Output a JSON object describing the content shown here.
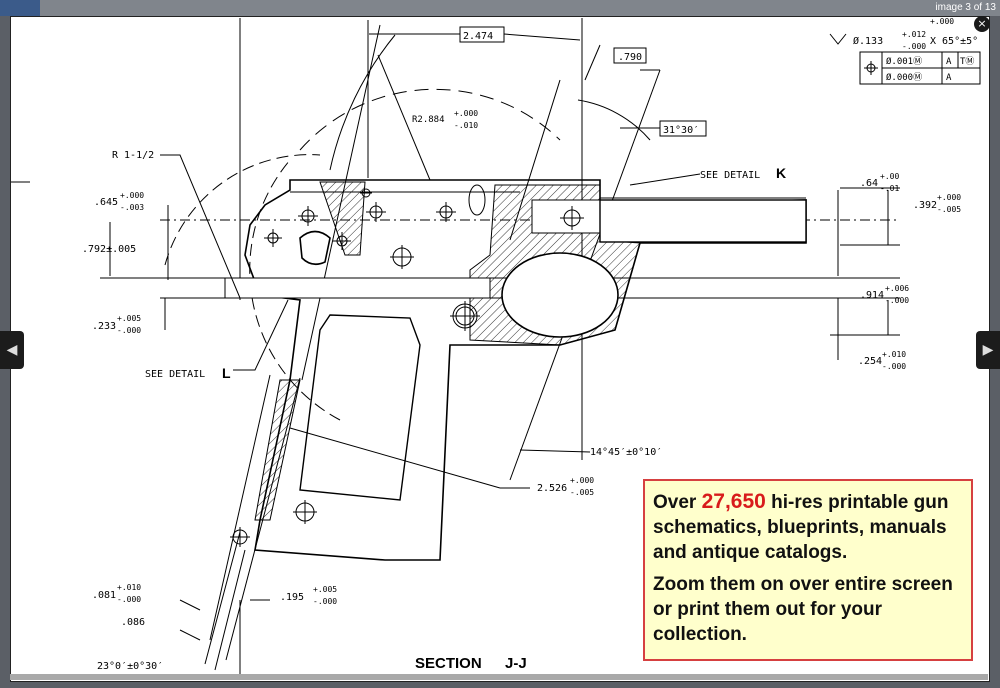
{
  "viewer": {
    "counter": "image 3 of 13",
    "close_glyph": "×",
    "prev_glyph": "◀",
    "next_glyph": "▶"
  },
  "drawing": {
    "section_title": "SECTION",
    "section_id": "J-J",
    "dims": {
      "d2474": "2.474",
      "d790": ".790",
      "r2884": "R2.884",
      "r2884_tol_up": "+.000",
      "r2884_tol_dn": "-.010",
      "ang3130": "31°30′",
      "r112": "R 1-1/2",
      "see_k": "SEE DETAIL",
      "k": "K",
      "d645": ".645",
      "d645_up": "+.000",
      "d645_dn": "-.003",
      "d792": ".792±.005",
      "d233": ".233",
      "d233_up": "+.005",
      "d233_dn": "-.000",
      "see_l": "SEE DETAIL",
      "l": "L",
      "d64": ".64",
      "d64_up": "+.00",
      "d64_dn": "-.01",
      "d392": ".392",
      "d392_up": "+.000",
      "d392_dn": "-.005",
      "d914": ".914",
      "d914_up": "+.006",
      "d914_dn": "-.000",
      "d254": ".254",
      "d254_up": "+.010",
      "d254_dn": "-.000",
      "ang1445": "14°45′±0°10′",
      "d2526": "2.526",
      "d2526_up": "+.000",
      "d2526_dn": "-.005",
      "d081": ".081",
      "d081_up": "+.010",
      "d081_dn": "-.000",
      "d086": ".086",
      "d195": ".195",
      "d195_up": "+.005",
      "d195_dn": "-.000",
      "ang230": "23°0′±0°30′",
      "top_partial": "+.000",
      "csink": "Ø.133",
      "csink_up": "+.012",
      "csink_dn": "-.000",
      "csink_ang": "X 65°±5°",
      "fcf1": "Ø.001Ⓜ",
      "fcf2": "Ø.000Ⓜ",
      "datum_a": "A",
      "datum_t": "TⓂ"
    }
  },
  "promo": {
    "line1_pre": "Over ",
    "count": "27,650",
    "line1_post": " hi-res printable gun schematics, blueprints, manuals and antique catalogs.",
    "line2": "Zoom them on over entire screen or print them out for your collection."
  }
}
